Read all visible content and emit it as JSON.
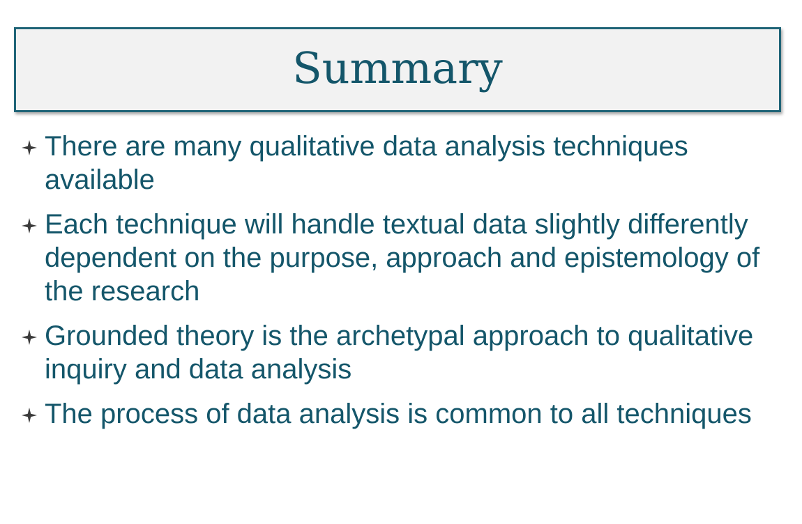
{
  "slide": {
    "title": "Summary",
    "bullets": [
      {
        "icon": "four-point-star-icon",
        "text": "There are many qualitative data analysis techniques available"
      },
      {
        "icon": "four-point-star-icon",
        "text": "Each technique will handle textual data slightly differently dependent on the purpose, approach and epistemology of the research"
      },
      {
        "icon": "four-point-star-icon",
        "text": "Grounded theory is the archetypal approach to qualitative inquiry and data analysis"
      },
      {
        "icon": "four-point-star-icon",
        "text": "The process of data analysis is common to all techniques"
      }
    ]
  },
  "colors": {
    "title_text": "#14566a",
    "title_border": "#1f6477",
    "title_background": "#f2f2f2",
    "body_text": "#14566a",
    "bullet_icon": "#3a3a3a"
  }
}
